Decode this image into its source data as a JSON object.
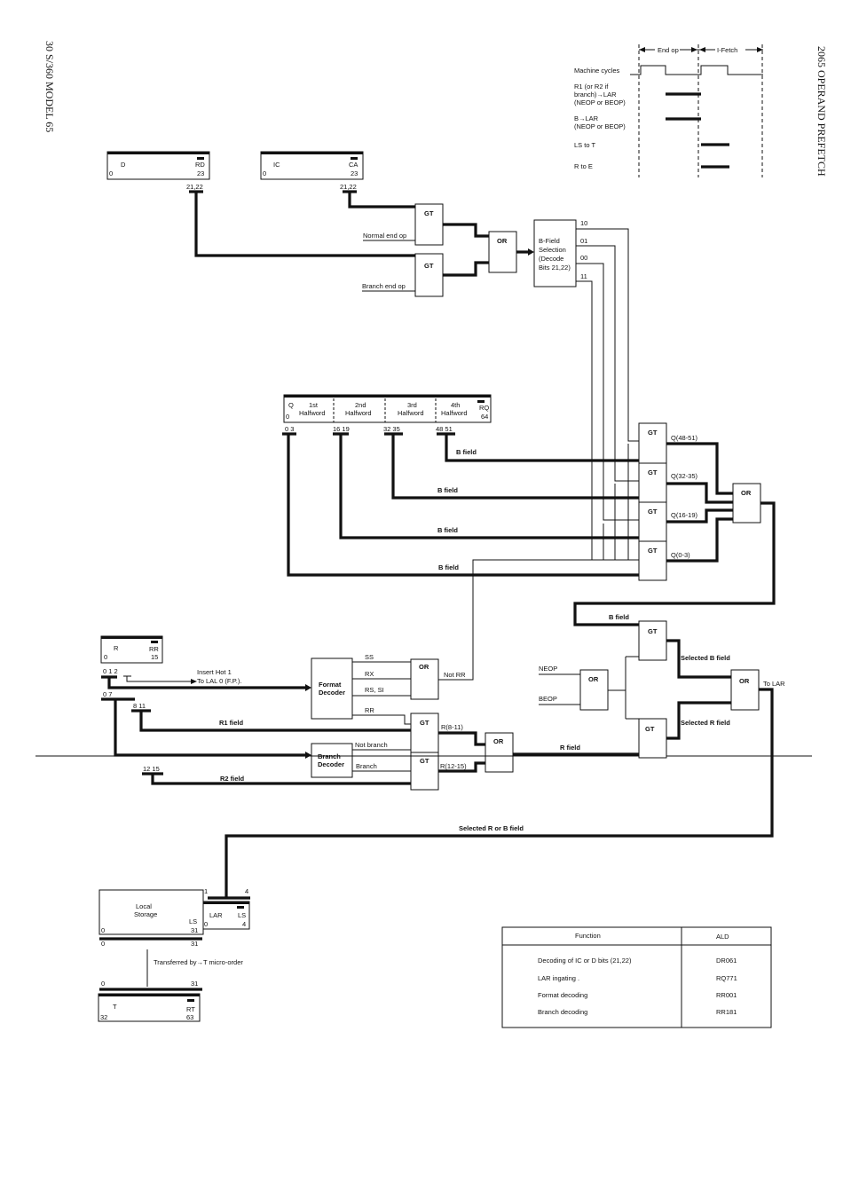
{
  "page": {
    "left_margin": "30   S/360 MODEL 65",
    "right_margin": "2065 OPERAND PREFETCH"
  },
  "timing": {
    "end_op": "End op",
    "i_fetch": "I-Fetch",
    "rows": [
      "Machine cycles",
      "R1 (or R2 if",
      "branch)→LAR",
      "(NEOP or BEOP)",
      "B→LAR",
      "(NEOP or BEOP)",
      "LS to T",
      "R to E"
    ]
  },
  "registers": {
    "d": {
      "name": "D",
      "bits": "RD",
      "hi": "23",
      "lo": "0",
      "tap": "21,22"
    },
    "ic": {
      "name": "IC",
      "bits": "CA",
      "hi": "23",
      "lo": "0",
      "tap": "21,22"
    },
    "q": {
      "name": "Q",
      "bits": "RQ",
      "hi": "64",
      "lo": "0",
      "halves": [
        "1st Halfword",
        "2nd Halfword",
        "3rd Halfword",
        "4th Halfword"
      ],
      "taps": [
        "0  3",
        "16  19",
        "32  35",
        "48  51"
      ]
    },
    "r": {
      "name": "R",
      "bits": "RR",
      "hi": "15",
      "lo": "0",
      "taps": [
        "0  1  2",
        "0      7",
        "8  11",
        "12  15"
      ]
    },
    "ls": {
      "name": "Local Storage",
      "bits": "LS",
      "lo": "0",
      "hi": "31"
    },
    "lar": {
      "name": "LAR",
      "bits": "LS",
      "lo": "0",
      "hi": "4",
      "tap_left": "1",
      "tap_right": "4"
    },
    "t": {
      "name": "T",
      "bits": "RT",
      "lo": "32",
      "hi": "63"
    },
    "bus_lo": "0",
    "bus_hi": "31"
  },
  "gates": {
    "gt": "GT",
    "or": "OR"
  },
  "bfield": {
    "title": "B-Field Selection (Decode Bits 21,22)",
    "lines": [
      "B-Field",
      "Selection",
      "(Decode",
      "Bits 21,22)"
    ],
    "codes": [
      "10",
      "01",
      "00",
      "11"
    ]
  },
  "signals": {
    "normal_end": "Normal end op",
    "branch_end": "Branch end op",
    "b_field": "B field",
    "q48": "Q(48-51)",
    "q32": "Q(32-35)",
    "q16": "Q(16-19)",
    "q0": "Q(0-3)",
    "insert_hot": "Insert Hot 1",
    "to_lal": "To LAL 0 (F.P.).",
    "ss": "SS",
    "rx": "RX",
    "rs_si": "RS, SI",
    "rr": "RR",
    "not_rr": "Not RR",
    "format_decoder": [
      "Format",
      "Decoder"
    ],
    "branch_decoder": [
      "Branch",
      "Decoder"
    ],
    "not_branch": "Not branch",
    "branch": "Branch",
    "r1_field": "R1 field",
    "r2_field": "R2 field",
    "r8_11": "R(8-11)",
    "r12_15": "R(12-15)",
    "r_field": "R field",
    "neop": "NEOP",
    "beop": "BEOP",
    "selected_b": "Selected B field",
    "selected_r": "Selected R field",
    "to_lar": "To LAR",
    "selected_rb": "Selected R or B field",
    "transferred": "Transferred by→T micro-order"
  },
  "table": {
    "headers": [
      "Function",
      "ALD"
    ],
    "rows": [
      {
        "function": "Decoding of IC or D bits (21,22)",
        "ald": "DR061"
      },
      {
        "function": "LAR ingating .",
        "ald": "RQ771"
      },
      {
        "function": "Format decoding",
        "ald": "RR001"
      },
      {
        "function": "Branch decoding",
        "ald": "RR181"
      }
    ]
  }
}
